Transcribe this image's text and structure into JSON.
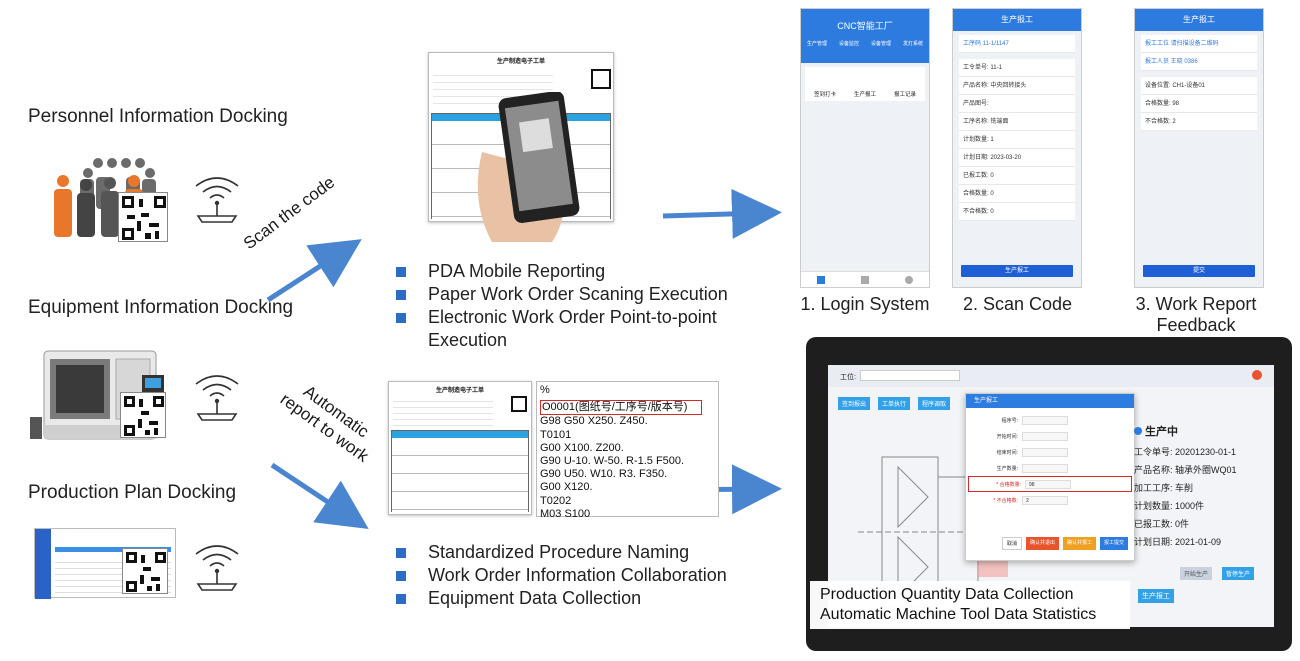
{
  "left": {
    "headings": [
      "Personnel Information Docking",
      "Equipment Information Docking",
      "Production Plan Docking"
    ],
    "arrow_labels": [
      "Scan the code",
      "Automatic report to work"
    ]
  },
  "middle": {
    "doc_title": "生产制造电子工单",
    "code_lines": [
      "%",
      "O0001(图纸号/工序号/版本号)",
      "G98 G50 X250. Z450.",
      "T0101",
      "G00 X100. Z200.",
      "G90 U-10. W-50. R-1.5 F500.",
      "G90 U50. W10. R3. F350.",
      "G00 X120.",
      "T0202",
      "M03 S100"
    ],
    "bullets_top": [
      "PDA Mobile Reporting",
      "Paper Work Order Scaning Execution",
      "Electronic Work Order Point-to-point Execution"
    ],
    "bullets_bottom": [
      "Standardized Procedure Naming",
      "Work Order Information Collaboration",
      "Equipment Data Collection"
    ]
  },
  "phones": [
    {
      "title": "CNC智能工厂",
      "tabs": [
        "生产管理",
        "设备监控",
        "设备管理",
        "发灯系统"
      ],
      "cards": [
        "签到打卡",
        "生产报工",
        "报工记录"
      ],
      "caption": "1. Login System"
    },
    {
      "title": "生产报工",
      "scan": "工序码 11-1/1147",
      "fields": [
        [
          "工令单号:",
          "11-1"
        ],
        [
          "产品名称:",
          "中央回转接头"
        ],
        [
          "产品图号:",
          ""
        ],
        [
          "工序名称:",
          "铣端面"
        ],
        [
          "计划数量:",
          "1"
        ],
        [
          "计划日期:",
          "2023-03-20"
        ],
        [
          "已报工数:",
          "0"
        ],
        [
          "合格数量:",
          "0"
        ],
        [
          "不合格数:",
          "0"
        ]
      ],
      "button": "生产报工",
      "caption": "2. Scan Code"
    },
    {
      "title": "生产报工",
      "scan": "报工工位 请扫描设备二维码",
      "scan2": "报工人员 王晓 0386",
      "fields": [
        [
          "设备位置:",
          "CH1-设备01"
        ],
        [
          "合格数量:",
          "98"
        ],
        [
          "不合格数:",
          "2"
        ]
      ],
      "button": "提交",
      "caption": "3. Work Report Feedback"
    }
  ],
  "tablet": {
    "station_label": "工位:",
    "buttons": [
      "签到报出",
      "工单执行",
      "程序调取"
    ],
    "dialog_title": "生产报工",
    "dialog_rows": [
      "程序号:",
      "开始时间:",
      "结束时间:",
      "生产数量:",
      "* 合格数量:",
      "* 不合格数:"
    ],
    "dialog_values": [
      "",
      "",
      "",
      "",
      "98",
      "2"
    ],
    "dialog_buttons": [
      "取消",
      "确认并退出",
      "确认并报工",
      "报工提交"
    ],
    "status": "生产中",
    "info": [
      "工令单号: 20201230-01-1",
      "产品名称: 轴承外圈WQ01",
      "加工工序: 车削",
      "计划数量: 1000件",
      "已报工数: 0件",
      "计划日期: 2021-01-09"
    ],
    "start_buttons": [
      "开始生产",
      "暂停生产"
    ],
    "report_button": "生产报工",
    "overlay": [
      "Production Quantity Data Collection",
      "Automatic Machine Tool Data Statistics"
    ]
  },
  "colors": {
    "accent": "#2b6cc4",
    "arrow": "#4a86d0",
    "highlight": "#d42a2a",
    "phone_bar": "#2e7be0"
  }
}
